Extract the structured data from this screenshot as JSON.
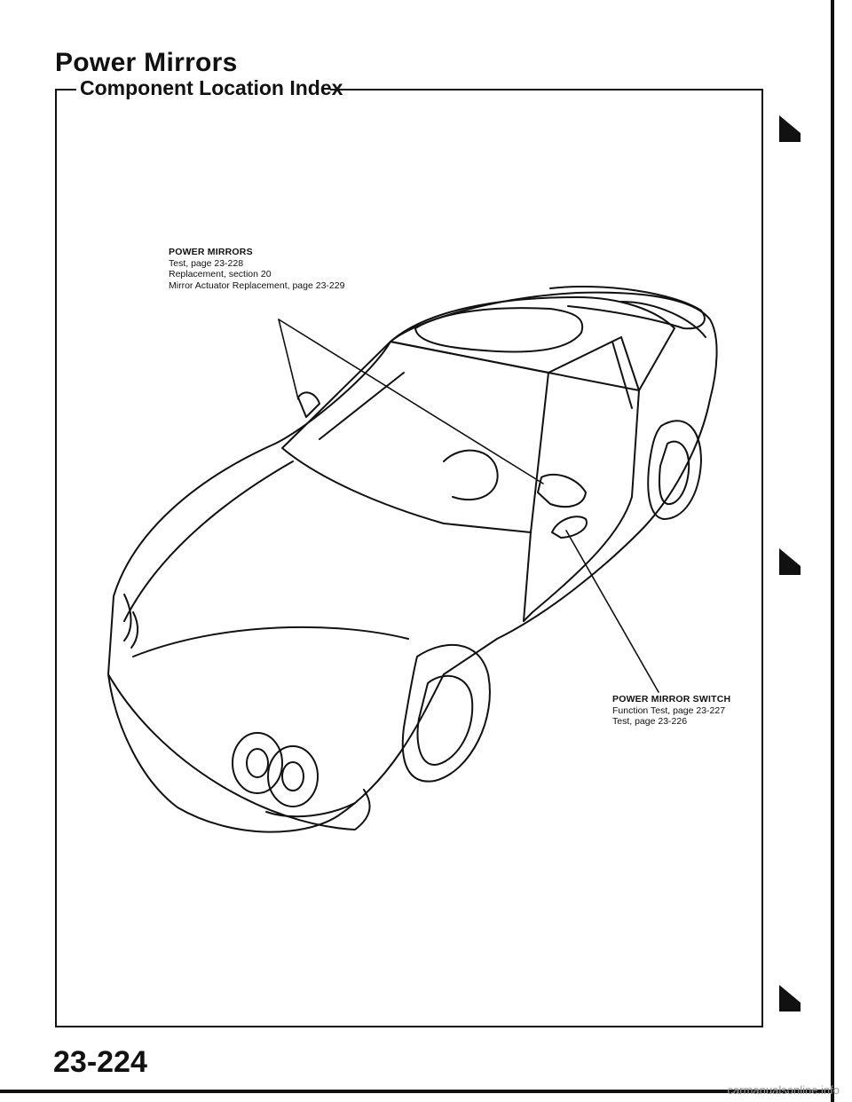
{
  "document": {
    "title": "Power Mirrors",
    "section_heading": "Component Location Index",
    "page_number": "23-224"
  },
  "callouts": {
    "power_mirrors": {
      "name": "POWER MIRRORS",
      "lines": [
        "Test, page 23-228",
        "Replacement, section 20",
        "Mirror Actuator Replacement, page 23-229"
      ]
    },
    "power_mirror_switch": {
      "name": "POWER MIRROR SWITCH",
      "lines": [
        "Function Test, page 23-227",
        "Test, page 23-226"
      ]
    }
  },
  "footer": {
    "watermark": "carmanualsonline.info"
  }
}
